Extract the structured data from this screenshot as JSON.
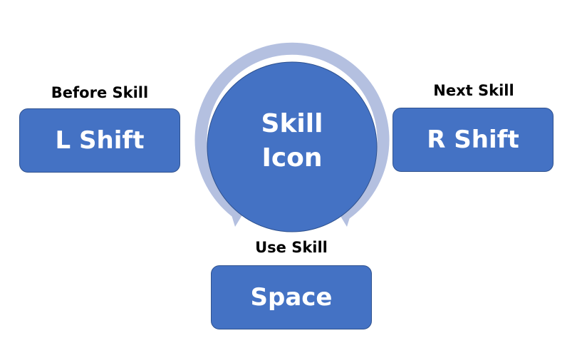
{
  "diagram": {
    "center": {
      "line1": "Skill",
      "line2": "Icon"
    },
    "left": {
      "caption": "Before Skill",
      "key": "L Shift"
    },
    "right": {
      "caption": "Next Skill",
      "key": "R Shift"
    },
    "bottom": {
      "caption": "Use Skill",
      "key": "Space"
    },
    "colors": {
      "box_fill": "#4472c4",
      "box_border": "#2f528f",
      "arrow": "#b4c0e0",
      "text_on_box": "#ffffff",
      "caption_text": "#000000"
    }
  }
}
